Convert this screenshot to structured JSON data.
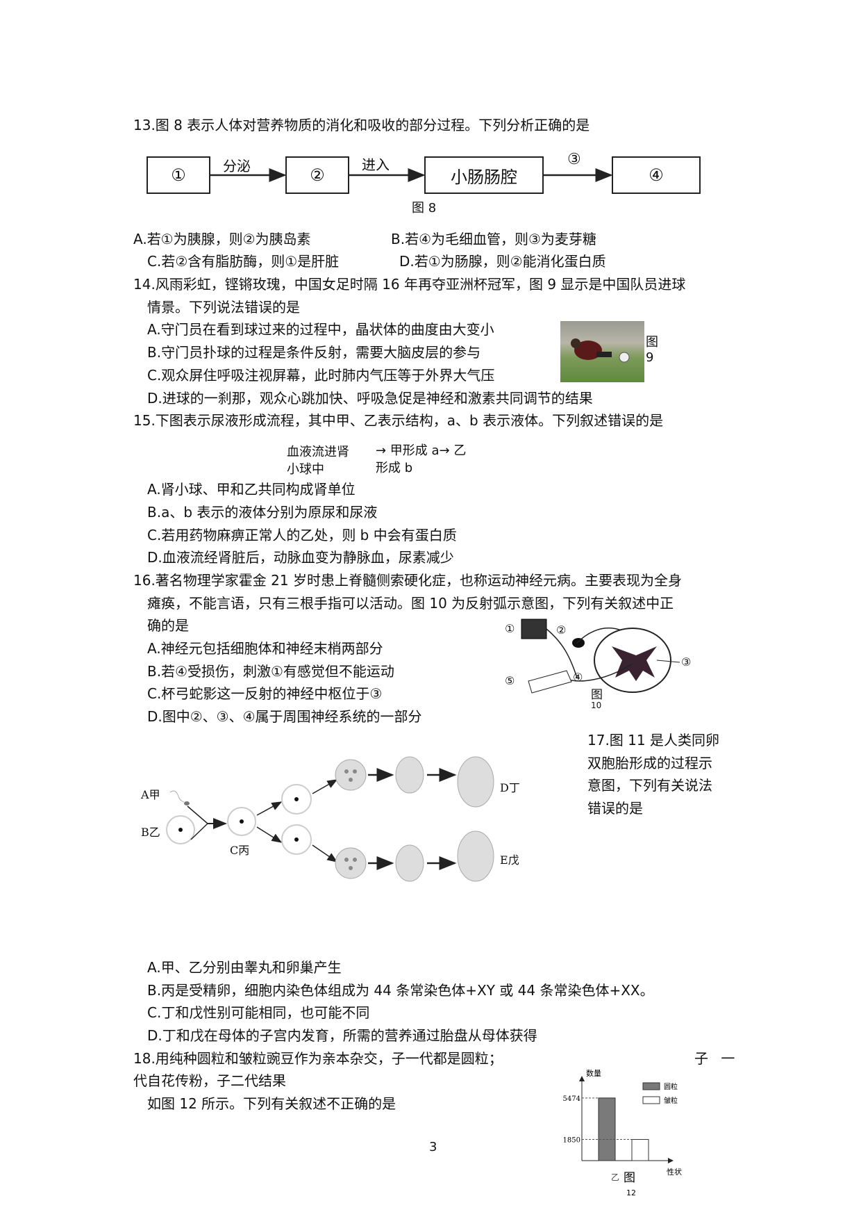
{
  "q13": {
    "stem": "13.图 8 表示人体对营养物质的消化和吸收的部分过程。下列分析正确的是",
    "figure": {
      "nodes": [
        "①",
        "②",
        "小肠肠腔",
        "④"
      ],
      "arrows": [
        "分泌",
        "进入",
        "③"
      ],
      "caption": "图 8"
    },
    "options": [
      "A.若①为胰腺，则②为胰岛素",
      "B.若④为毛细血管，则③为麦芽糖",
      "C.若②含有脂肪酶，则①是肝脏",
      "D.若①为肠腺，则②能消化蛋白质"
    ]
  },
  "q14": {
    "stem_lines": [
      "14.风雨彩虹，铿锵玫瑰，中国女足时隔 16 年再夺亚洲杯冠军，图 9 显示是中国队员进球",
      "情景。下列说法错误的是"
    ],
    "figure_caption": [
      "图",
      "9"
    ],
    "options": [
      "A.守门员在看到球过来的过程中，晶状体的曲度由大变小",
      "B.守门员扑球的过程是条件反射，需要大脑皮层的参与",
      "C.观众屏住呼吸注视屏幕，此时肺内气压等于外界大气压",
      "D.进球的一刹那，观众心跳加快、呼吸急促是神经和激素共同调节的结果"
    ]
  },
  "q15": {
    "stem": "15.下图表示尿液形成流程，其中甲、乙表示结构，a、b 表示液体。下列叙述错误的是",
    "flow": {
      "left": [
        "血液流进肾",
        "小球中"
      ],
      "right": [
        "→ 甲形成 a→ 乙",
        "形成 b"
      ]
    },
    "options": [
      "A.肾小球、甲和乙共同构成肾单位",
      "B.a、b 表示的液体分别为原尿和尿液",
      "C.若用药物麻痹正常人的乙处，则 b 中会有蛋白质",
      "D.血液流经肾脏后，动脉血变为静脉血，尿素减少"
    ]
  },
  "q16": {
    "stem_lines": [
      "16.著名物理学家霍金 21 岁时患上脊髓侧索硬化症，也称运动神经元病。主要表现为全身",
      "瘫痪，不能言语，只有三根手指可以活动。图 10 为反射弧示意图，下列有关叙述中正",
      "确的是"
    ],
    "figure": {
      "labels": [
        "①",
        "②",
        "③",
        "④",
        "⑤"
      ],
      "caption": [
        "图",
        "10"
      ]
    },
    "options": [
      "A.神经元包括细胞体和神经末梢两部分",
      "B.若④受损伤，刺激①有感觉但不能运动",
      "C.杯弓蛇影这一反射的神经中枢位于③",
      "D.图中②、③、④属于周围神经系统的一部分"
    ]
  },
  "q17": {
    "stem_lines": [
      "17.图 11 是人类同卵",
      "双胞胎形成的过程示",
      " 意图，下列有关说法",
      "错误的是"
    ],
    "figure": {
      "labels": {
        "jia": "甲",
        "jia_ghost": "A",
        "yi": "乙",
        "yi_ghost": "B",
        "bing": "丙",
        "bing_ghost": "C",
        "ding": "丁",
        "ding_ghost": "D",
        "wu": "戊",
        "wu_ghost": "E"
      }
    },
    "options": [
      "A.甲、乙分别由睾丸和卵巢产生",
      "B.丙是受精卵，细胞内染色体组成为 44 条常染色体+XY 或 44 条常染色体+XX。",
      "C.丁和戊性别可能相同，也可能不同",
      "D.丁和戊在母体的子宫内发育，所需的营养通过胎盘从母体获得"
    ]
  },
  "q18": {
    "stem_lines": [
      "18.用纯种圆粒和皱粒豌豆作为亲本杂交，子一代都是圆粒；",
      "代自花传粉，子二代结果",
      "如图 12 所示。下列有关叙述不正确的是"
    ],
    "stem_tail": "子 一"
  },
  "chart_data": {
    "type": "bar",
    "ylabel": "数量",
    "xlabel": "性状",
    "categories": [
      "圆粒",
      "皱粒"
    ],
    "values": [
      5474,
      1850
    ],
    "yticks": [
      "5474",
      "1850"
    ],
    "legend": [
      "圆粒",
      "皱粒"
    ],
    "legend_position": "top-right",
    "colors": {
      "圆粒": "#7a7a7a",
      "皱粒": "#ffffff"
    },
    "caption_prefix": "乙",
    "caption": [
      "图",
      "12"
    ]
  },
  "page_number": "3"
}
